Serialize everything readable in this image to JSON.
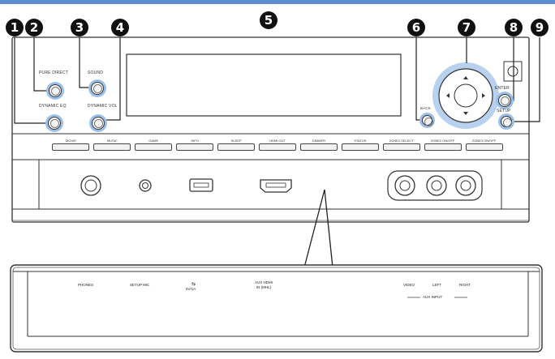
{
  "callouts": [
    "1",
    "2",
    "3",
    "4",
    "5",
    "6",
    "7",
    "8",
    "9"
  ],
  "buttons": {
    "pure_direct": "PURE DIRECT",
    "sound": "SOUND",
    "dynamic_eq": "DYNAMIC EQ",
    "dynamic_vol": "DYNAMIC VOL",
    "back": "BACK",
    "enter": "ENTER",
    "setup": "SETUP"
  },
  "source_buttons": [
    "MOVIE",
    "MUSIC",
    "GAME",
    "INFO",
    "SLEEP",
    "HDMI OUT",
    "DIMMER",
    "STATUS",
    "ZONE2 SELECT",
    "ZONE2 ON/OFF",
    "ZONE3 ON/OFF"
  ],
  "bottom_labels": {
    "phones": "PHONES",
    "setup_mic": "SETUP MIC",
    "usb": "5V/1A",
    "hdmi": "AUX HDMI\nIN (MHL)",
    "video": "VIDEO",
    "left": "LEFT",
    "right": "RIGHT",
    "aux_input": "AUX INPUT"
  }
}
